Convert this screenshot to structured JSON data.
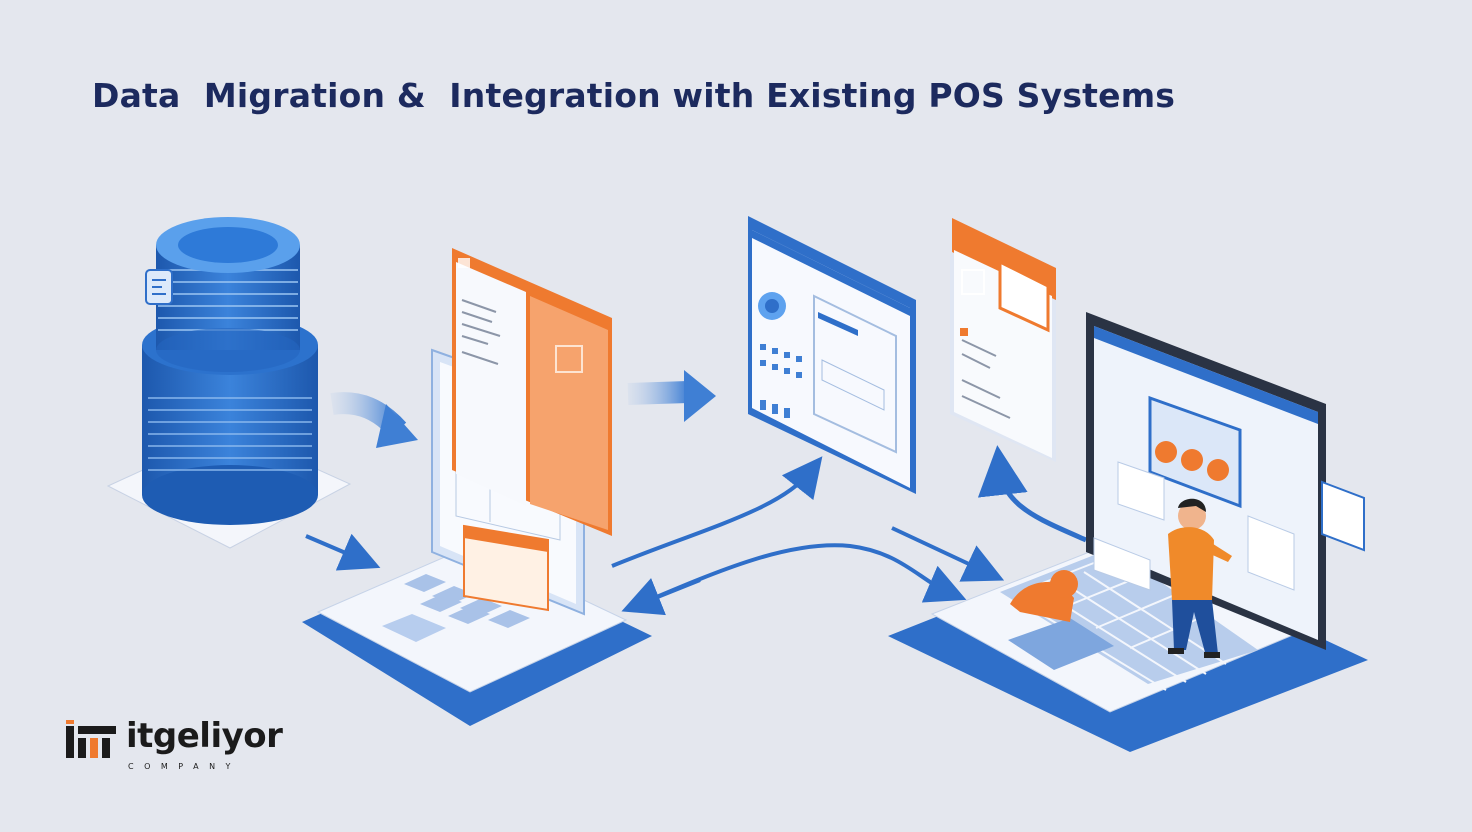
{
  "title": "Data  Migration &  Integration with Existing POS Systems",
  "brand": {
    "name": "itgeliyor",
    "tagline": "COMPANY",
    "screen_name": "itgeliyor"
  },
  "colors": {
    "background": "#e4e7ee",
    "primary_blue": "#2f6fc9",
    "accent_orange": "#ef7a2f",
    "title": "#1c2a5e"
  },
  "icons": [
    "database-icon",
    "flow-arrow-icon",
    "laptop-icon",
    "monitor-icon",
    "person-icon",
    "hand-icon"
  ]
}
